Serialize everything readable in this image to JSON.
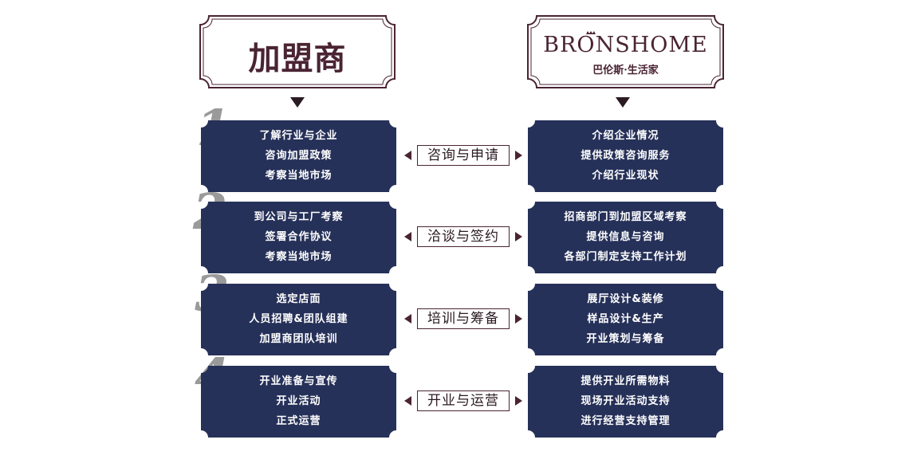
{
  "header": {
    "left_title": "加盟商",
    "right_brand": "BRONSHOME",
    "right_subtitle": "巴伦斯·生活家"
  },
  "colors": {
    "box_fill": "#263159",
    "frame": "#4a2433",
    "number": "#9a9a9a"
  },
  "stages": [
    {
      "number": "1",
      "left": [
        "了解行业与企业",
        "咨询加盟政策",
        "考察当地市场"
      ],
      "label": "咨询与申请",
      "right": [
        "介绍企业情况",
        "提供政策咨询服务",
        "介绍行业现状"
      ]
    },
    {
      "number": "2",
      "left": [
        "到公司与工厂考察",
        "签署合作协议",
        "考察当地市场"
      ],
      "label": "洽谈与签约",
      "right": [
        "招商部门到加盟区域考察",
        "提供信息与咨询",
        "各部门制定支持工作计划"
      ]
    },
    {
      "number": "3",
      "left": [
        "选定店面",
        "人员招聘&团队组建",
        "加盟商团队培训"
      ],
      "label": "培训与筹备",
      "right": [
        "展厅设计&装修",
        "样品设计&生产",
        "开业策划与筹备"
      ]
    },
    {
      "number": "4",
      "left": [
        "开业准备与宣传",
        "开业活动",
        "正式运营"
      ],
      "label": "开业与运营",
      "right": [
        "提供开业所需物料",
        "现场开业活动支持",
        "进行经营支持管理"
      ]
    }
  ]
}
